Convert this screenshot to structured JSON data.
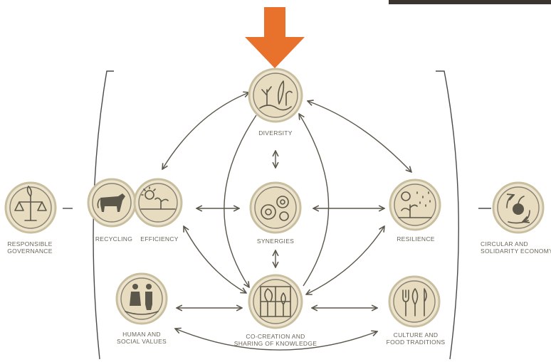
{
  "nodes": {
    "diversity": {
      "label": [
        "DIVERSITY"
      ],
      "icon": "plants-icon"
    },
    "recycling": {
      "label": [
        "RECYCLING"
      ],
      "icon": "cow-icon"
    },
    "efficiency": {
      "label": [
        "EFFICIENCY"
      ],
      "icon": "sun-sprout-icon"
    },
    "synergies": {
      "label": [
        "SYNERGIES"
      ],
      "icon": "gears-icon"
    },
    "resilience": {
      "label": [
        "RESILIENCE"
      ],
      "icon": "rain-plant-icon"
    },
    "human_values": {
      "label": [
        "HUMAN AND",
        "SOCIAL VALUES"
      ],
      "icon": "people-icon"
    },
    "co_creation": {
      "label": [
        "CO-CREATION AND",
        "SHARING OF KNOWLEDGE"
      ],
      "icon": "tree-icon"
    },
    "culture": {
      "label": [
        "CULTURE AND",
        "FOOD TRADITIONS"
      ],
      "icon": "cutlery-icon"
    },
    "governance": {
      "label": [
        "RESPONSIBLE",
        "GOVERNANCE"
      ],
      "icon": "scales-icon"
    },
    "circular": {
      "label": [
        "CIRCULAR AND",
        "SOLIDARITY ECONOMY"
      ],
      "icon": "apple-cycle-icon"
    }
  },
  "highlight": {
    "target": "diversity",
    "color": "#e8722c",
    "icon": "arrow-down-icon"
  },
  "colors": {
    "node_fill": "#ece4cf",
    "line": "#5c574b",
    "label": "#6a6558"
  }
}
